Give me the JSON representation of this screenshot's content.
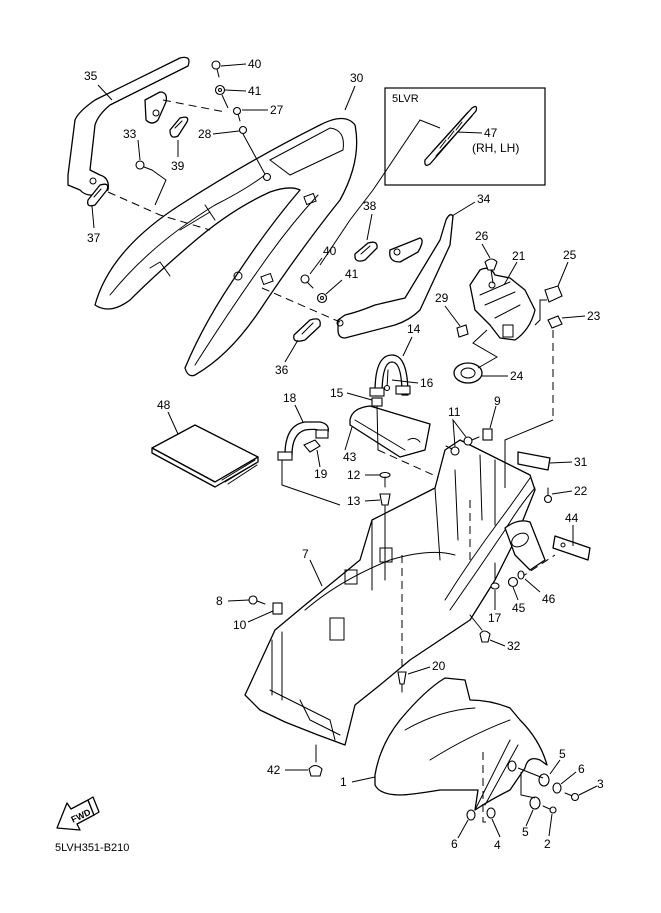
{
  "diagram": {
    "title": "Rear Fender / Seat Cowl Parts Diagram",
    "figure_code": "5LVH351-B210",
    "fwd_label": "FWD",
    "inset": {
      "label": "5LVR",
      "part_number": "47",
      "part_note": "(RH, LH)"
    },
    "callouts": {
      "c1": "1",
      "c2": "2",
      "c3": "3",
      "c4": "4",
      "c5a": "5",
      "c5b": "5",
      "c6a": "6",
      "c6b": "6",
      "c7": "7",
      "c8": "8",
      "c9": "9",
      "c10": "10",
      "c11": "11",
      "c12": "12",
      "c13": "13",
      "c14": "14",
      "c15": "15",
      "c16": "16",
      "c17": "17",
      "c18": "18",
      "c19": "19",
      "c20": "20",
      "c21": "21",
      "c22": "22",
      "c23": "23",
      "c24": "24",
      "c25": "25",
      "c26": "26",
      "c27": "27",
      "c28": "28",
      "c29": "29",
      "c30": "30",
      "c31": "31",
      "c32": "32",
      "c33": "33",
      "c34": "34",
      "c35": "35",
      "c36": "36",
      "c37": "37",
      "c38": "38",
      "c39": "39",
      "c40a": "40",
      "c40b": "40",
      "c41a": "41",
      "c41b": "41",
      "c42": "42",
      "c43": "43",
      "c44": "44",
      "c45": "45",
      "c46": "46",
      "c48": "48"
    }
  }
}
